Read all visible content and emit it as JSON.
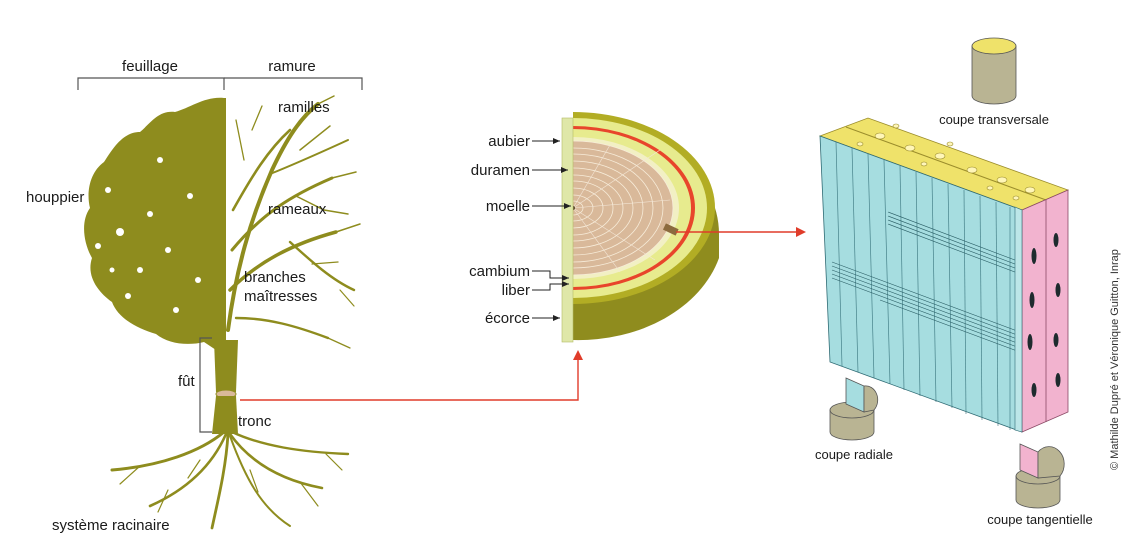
{
  "tree": {
    "feuillage": "feuillage",
    "ramure": "ramure",
    "ramilles": "ramilles",
    "houppier": "houppier",
    "rameaux": "rameaux",
    "branches_line1": "branches",
    "branches_line2": "maîtresses",
    "fut": "fût",
    "tronc": "tronc",
    "systeme": "système racinaire"
  },
  "section": {
    "aubier": "aubier",
    "duramen": "duramen",
    "moelle": "moelle",
    "cambium": "cambium",
    "liber": "liber",
    "ecorce": "écorce"
  },
  "block": {
    "transversale": "coupe transversale",
    "radiale": "coupe radiale",
    "tangentielle": "coupe tangentielle"
  },
  "credit": "© Mathilde Dupré et Véronique Guitton, Inrap",
  "colors": {
    "foliage": "#8e8c1e",
    "sapwood": "#e7eb8e",
    "heartwood": "#d9b99a",
    "cambium_red": "#e8452b",
    "bark": "#8f8c1e",
    "arrow_red": "#e03c2a",
    "block_cyan": "#a6dde0",
    "block_pink": "#f2b3cf",
    "block_top": "#efe26a",
    "cylinder": "#b9b493"
  }
}
